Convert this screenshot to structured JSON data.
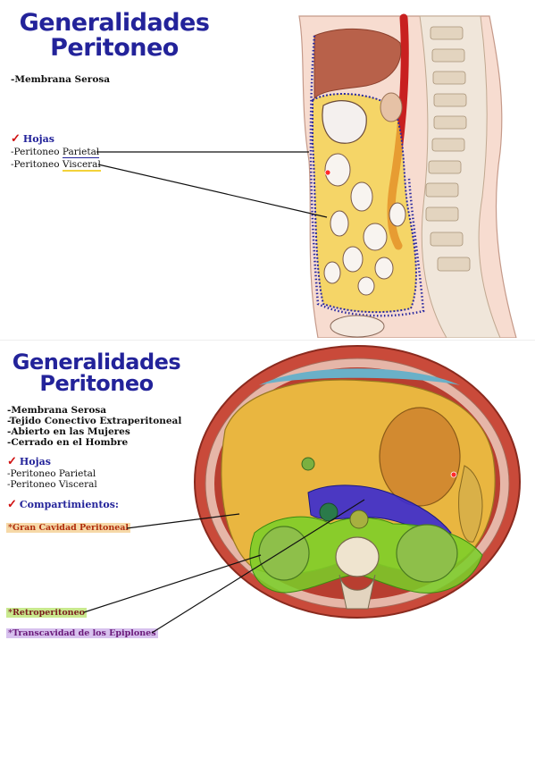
{
  "slide1": {
    "title_line1": "Generalidades",
    "title_line2": "Peritoneo",
    "item_membrana": "-Membrana Serosa",
    "hojas_label": "Hojas",
    "parietal_prefix": "-Peritoneo ",
    "parietal_word": "Parietal",
    "visceral_prefix": "-Peritoneo ",
    "visceral_word": "Visceral"
  },
  "slide2": {
    "title_line1": "Generalidades",
    "title_line2": "Peritoneo",
    "items": [
      "-Membrana Serosa",
      "-Tejido Conectivo Extraperitoneal",
      "-Abierto en las Mujeres",
      "-Cerrado en el Hombre"
    ],
    "hojas_label": "Hojas",
    "hojas_items": [
      "-Peritoneo Parietal",
      "-Peritoneo Visceral"
    ],
    "compartimientos_label": "Compartimientos:",
    "label_gran": "*Gran Cavidad Peritoneal",
    "label_retro": "*Retroperitoneo",
    "label_trans": "*Transcavidad de los Epiplones"
  },
  "colors": {
    "title": "#23239a",
    "check": "#d01010",
    "peritoneum_line": "#2a2aa0",
    "peritoneum_fill": "#f3d23a"
  }
}
